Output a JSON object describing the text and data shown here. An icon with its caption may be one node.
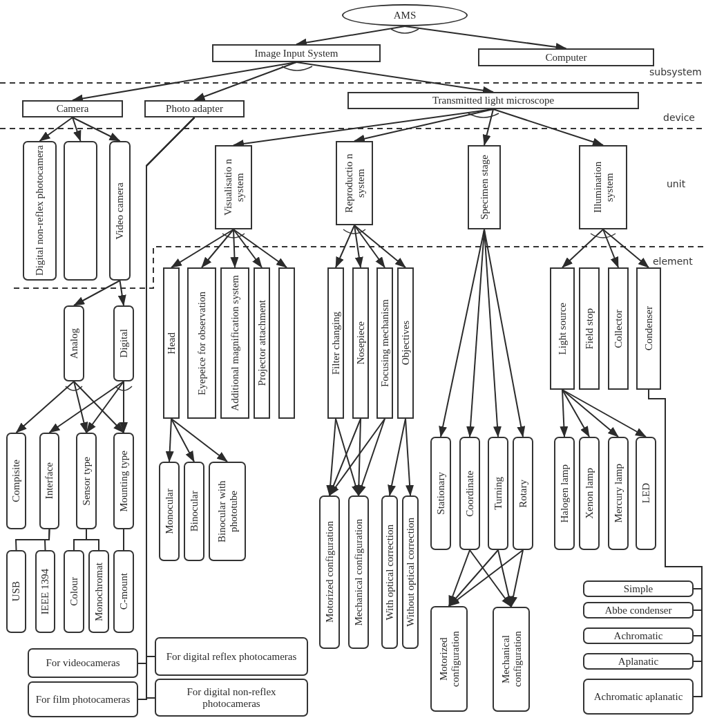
{
  "diagram": {
    "nodes": [
      {
        "text": [
          "AMS"
        ]
      },
      {
        "text": [
          "Image Input System"
        ]
      },
      {
        "text": [
          "Computer"
        ]
      },
      {
        "text": [
          "Camera"
        ]
      },
      {
        "text": [
          "Photo adapter"
        ]
      },
      {
        "text": [
          "Transmitted light microscope"
        ]
      },
      {
        "text": [
          "Digital non-reflex photocamera"
        ]
      },
      {
        "text": [],
        "shape": "box"
      },
      {
        "text": [
          "Video camera"
        ]
      },
      {
        "text": [
          "Visualisatio n system"
        ]
      },
      {
        "text": [
          "Reproductio n system"
        ]
      },
      {
        "text": [
          "Specimen stage"
        ]
      },
      {
        "text": [
          "Illumination system"
        ]
      },
      {
        "text": [
          "Head"
        ]
      },
      {
        "text": [
          "Eyepeice for observation"
        ]
      },
      {
        "text": [
          "Additional magnification system"
        ]
      },
      {
        "text": [
          "Projector attachment"
        ]
      },
      {
        "text": [],
        "shape": "box"
      },
      {
        "text": [
          "Filter changing"
        ]
      },
      {
        "text": [
          "Nosepiece"
        ]
      },
      {
        "text": [
          "Focusing mechanism"
        ]
      },
      {
        "text": [
          "Objectives"
        ]
      },
      {
        "text": [
          "Light source"
        ]
      },
      {
        "text": [
          "Field stop"
        ]
      },
      {
        "text": [
          "Collector"
        ]
      },
      {
        "text": [
          "Condenser"
        ]
      },
      {
        "text": [
          "Analog"
        ]
      },
      {
        "text": [
          "Digital"
        ]
      },
      {
        "text": [
          "Compisite"
        ]
      },
      {
        "text": [
          "Interface"
        ]
      },
      {
        "text": [
          "Sensor type"
        ]
      },
      {
        "text": [
          "Mounting type"
        ]
      },
      {
        "text": [
          "USB"
        ]
      },
      {
        "text": [
          "IEEE 1394"
        ]
      },
      {
        "text": [
          "Colour"
        ]
      },
      {
        "text": [
          "Monochromat"
        ]
      },
      {
        "text": [
          "C-mount"
        ]
      },
      {
        "text": [
          "Monocular"
        ]
      },
      {
        "text": [
          "Binocular"
        ]
      },
      {
        "text": [
          "Binocular with phototube"
        ]
      },
      {
        "text": [
          "Motorized configuration"
        ]
      },
      {
        "text": [
          "Mechanical configuration"
        ]
      },
      {
        "text": [
          "With optical correction"
        ]
      },
      {
        "text": [
          "Without optical correction"
        ]
      },
      {
        "text": [
          "Stationary"
        ]
      },
      {
        "text": [
          "Coordinate"
        ]
      },
      {
        "text": [
          "Turning"
        ]
      },
      {
        "text": [
          "Rotary"
        ]
      },
      {
        "text": [
          "Halogen lamp"
        ]
      },
      {
        "text": [
          "Xenon lamp"
        ]
      },
      {
        "text": [
          "Mercury lamp"
        ]
      },
      {
        "text": [
          "LED"
        ]
      },
      {
        "text": [
          "Motorized configuration"
        ]
      },
      {
        "text": [
          "Mechanical configuration"
        ]
      },
      {
        "text": [
          "Simple"
        ]
      },
      {
        "text": [
          "Abbe condenser"
        ]
      },
      {
        "text": [
          "Achromatic"
        ]
      },
      {
        "text": [
          "Aplanatic"
        ]
      },
      {
        "text": [
          "Achromatic aplanatic"
        ]
      },
      {
        "text": [
          "For videocameras"
        ]
      },
      {
        "text": [
          "For film photocameras"
        ]
      },
      {
        "text": [
          "For digital reflex photocameras"
        ]
      },
      {
        "text": [
          "For digital non-reflex photocameras"
        ]
      }
    ],
    "edges": [
      {
        "from": 0,
        "to": 1,
        "arrow": "to"
      },
      {
        "from": 0,
        "to": 2,
        "arrow": "to"
      },
      {
        "from": 1,
        "to": 3,
        "arrow": "to"
      },
      {
        "from": 1,
        "to": 4,
        "arrow": "to"
      },
      {
        "from": 1,
        "to": 5,
        "arrow": "to"
      },
      {
        "from": 3,
        "to": 6,
        "arrow": "to"
      },
      {
        "from": 3,
        "to": 7,
        "arrow": "to"
      },
      {
        "from": 3,
        "to": 8,
        "arrow": "to"
      },
      {
        "from": 4,
        "to": 59,
        "arrow": "none"
      },
      {
        "from": 4,
        "to": 61,
        "arrow": "none"
      },
      {
        "from": 4,
        "to": 60,
        "arrow": "none"
      },
      {
        "from": 4,
        "to": 62,
        "arrow": "none"
      },
      {
        "from": 5,
        "to": 9,
        "arrow": "to"
      },
      {
        "from": 5,
        "to": 10,
        "arrow": "to"
      },
      {
        "from": 5,
        "to": 11,
        "arrow": "to"
      },
      {
        "from": 5,
        "to": 12,
        "arrow": "to"
      },
      {
        "from": 8,
        "to": 26,
        "arrow": "to"
      },
      {
        "from": 8,
        "to": 27,
        "arrow": "to"
      },
      {
        "from": 9,
        "to": 13,
        "arrow": "to"
      },
      {
        "from": 9,
        "to": 14,
        "arrow": "to"
      },
      {
        "from": 9,
        "to": 15,
        "arrow": "to"
      },
      {
        "from": 9,
        "to": 16,
        "arrow": "to"
      },
      {
        "from": 9,
        "to": 17,
        "arrow": "to"
      },
      {
        "from": 10,
        "to": 18,
        "arrow": "to"
      },
      {
        "from": 10,
        "to": 19,
        "arrow": "to"
      },
      {
        "from": 10,
        "to": 20,
        "arrow": "to"
      },
      {
        "from": 10,
        "to": 21,
        "arrow": "to"
      },
      {
        "from": 11,
        "to": 44,
        "arrow": "to"
      },
      {
        "from": 11,
        "to": 45,
        "arrow": "to"
      },
      {
        "from": 11,
        "to": 46,
        "arrow": "to"
      },
      {
        "from": 11,
        "to": 47,
        "arrow": "to"
      },
      {
        "from": 12,
        "to": 22,
        "arrow": "to"
      },
      {
        "from": 12,
        "to": 24,
        "arrow": "to"
      },
      {
        "from": 12,
        "to": 25,
        "arrow": "to"
      },
      {
        "from": 26,
        "to": 28,
        "arrow": "to"
      },
      {
        "from": 26,
        "to": 30,
        "arrow": "to"
      },
      {
        "from": 26,
        "to": 31,
        "arrow": "to"
      },
      {
        "from": 27,
        "to": 29,
        "arrow": "to"
      },
      {
        "from": 27,
        "to": 30,
        "arrow": "to"
      },
      {
        "from": 27,
        "to": 31,
        "arrow": "to"
      },
      {
        "from": 29,
        "to": 32,
        "arrow": "none"
      },
      {
        "from": 29,
        "to": 33,
        "arrow": "none"
      },
      {
        "from": 30,
        "to": 34,
        "arrow": "none"
      },
      {
        "from": 30,
        "to": 35,
        "arrow": "none"
      },
      {
        "from": 31,
        "to": 36,
        "arrow": "none"
      },
      {
        "from": 13,
        "to": 37,
        "arrow": "to"
      },
      {
        "from": 13,
        "to": 38,
        "arrow": "to"
      },
      {
        "from": 13,
        "to": 39,
        "arrow": "to"
      },
      {
        "from": 18,
        "to": 40,
        "arrow": "to"
      },
      {
        "from": 18,
        "to": 41,
        "arrow": "to"
      },
      {
        "from": 19,
        "to": 40,
        "arrow": "to"
      },
      {
        "from": 19,
        "to": 41,
        "arrow": "to"
      },
      {
        "from": 20,
        "to": 40,
        "arrow": "to"
      },
      {
        "from": 20,
        "to": 41,
        "arrow": "to"
      },
      {
        "from": 21,
        "to": 42,
        "arrow": "to"
      },
      {
        "from": 21,
        "to": 43,
        "arrow": "to"
      },
      {
        "from": 45,
        "to": 52,
        "arrow": "to"
      },
      {
        "from": 45,
        "to": 53,
        "arrow": "to"
      },
      {
        "from": 46,
        "to": 52,
        "arrow": "to"
      },
      {
        "from": 46,
        "to": 53,
        "arrow": "to"
      },
      {
        "from": 47,
        "to": 52,
        "arrow": "to"
      },
      {
        "from": 47,
        "to": 53,
        "arrow": "to"
      },
      {
        "from": 22,
        "to": 48,
        "arrow": "to"
      },
      {
        "from": 22,
        "to": 49,
        "arrow": "to"
      },
      {
        "from": 22,
        "to": 50,
        "arrow": "to"
      },
      {
        "from": 22,
        "to": 51,
        "arrow": "to"
      },
      {
        "from": 25,
        "to": 54,
        "arrow": "none"
      },
      {
        "from": 25,
        "to": 55,
        "arrow": "none"
      },
      {
        "from": 25,
        "to": 56,
        "arrow": "none"
      },
      {
        "from": 25,
        "to": 57,
        "arrow": "none"
      },
      {
        "from": 25,
        "to": 58,
        "arrow": "none"
      }
    ],
    "labels": [
      "subsystem",
      "device",
      "unit",
      "element"
    ]
  }
}
